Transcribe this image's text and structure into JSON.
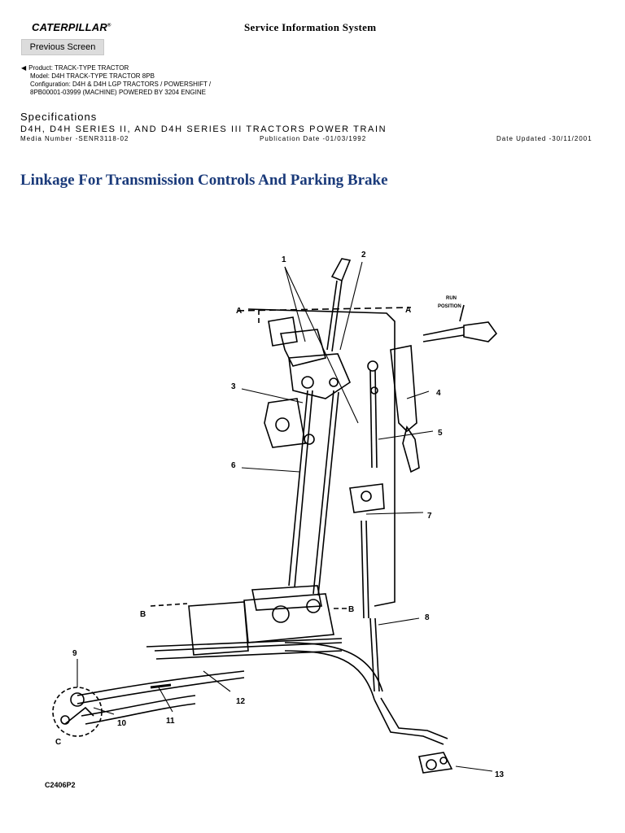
{
  "header": {
    "brand": "CATERPILLAR",
    "brand_mark": "®",
    "system_title": "Service Information System",
    "previous_button": "Previous Screen"
  },
  "product": {
    "product_line": "Product:  TRACK-TYPE TRACTOR",
    "model_line": "Model:  D4H TRACK-TYPE TRACTOR 8PB",
    "config_line1": "Configuration:  D4H & D4H LGP TRACTORS / POWERSHIFT /",
    "config_line2": "8PB00001-03999 (MACHINE) POWERED BY 3204 ENGINE"
  },
  "document": {
    "section": "Specifications",
    "subtitle": "D4H, D4H SERIES II, AND D4H SERIES III TRACTORS POWER TRAIN",
    "media_number": "Media Number -SENR3118-02",
    "publication_date": "Publication Date -01/03/1992",
    "date_updated": "Date Updated -30/11/2001",
    "title": "Linkage For Transmission Controls And Parking Brake"
  },
  "figure": {
    "callouts": [
      "1",
      "2",
      "3",
      "4",
      "5",
      "6",
      "7",
      "8",
      "9",
      "10",
      "11",
      "12",
      "13"
    ],
    "section_markers": [
      "A",
      "A",
      "B",
      "B",
      "C"
    ],
    "run_position_line1": "RUN",
    "run_position_line2": "POSITION",
    "code": "C2406P2"
  }
}
